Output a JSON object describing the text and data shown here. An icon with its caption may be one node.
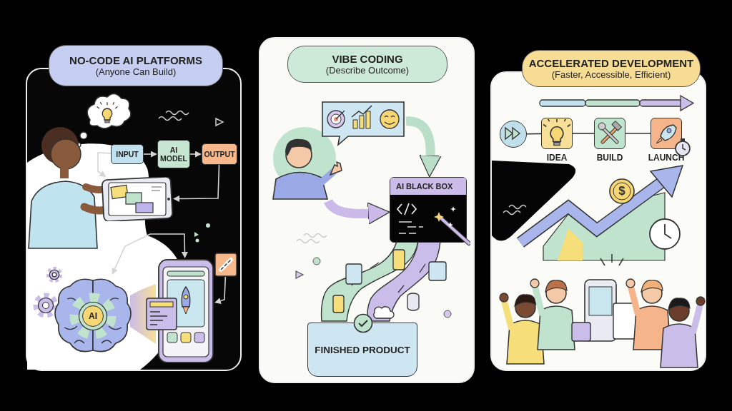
{
  "diagram": {
    "nodes": [
      {
        "text": [
          "NO-CODE AI PLATFORMS",
          "(Anyone Can Build)"
        ]
      },
      {
        "text": [
          "INPUT"
        ],
        "in": 0
      },
      {
        "text": [
          "AI MODEL"
        ],
        "in": 0
      },
      {
        "text": [
          "OUTPUT"
        ],
        "in": 0
      },
      {
        "text": [],
        "shape": "picture",
        "in": 0
      },
      {
        "text": [
          "AI"
        ],
        "in": 0
      },
      {
        "text": [],
        "shape": "picture",
        "in": 0
      },
      {
        "text": [],
        "shape": "picture",
        "in": 0
      },
      {
        "text": [
          "VIBE CODING",
          "(Describe Outcome)"
        ]
      },
      {
        "text": [],
        "shape": "person",
        "in": 8
      },
      {
        "text": [],
        "shape": "picture",
        "in": 8
      },
      {
        "text": [
          "AI BLACK BOX"
        ],
        "in": 8
      },
      {
        "text": [
          "FINISHED PRODUCT"
        ],
        "in": 8
      },
      {
        "text": [
          "ACCELERATED DEVELOPMENT",
          "(Faster, Accessible, Efficient)"
        ]
      },
      {
        "text": [],
        "shape": "circle",
        "in": 13
      },
      {
        "text": [
          "IDEA"
        ],
        "in": 13
      },
      {
        "text": [
          "BUILD"
        ],
        "in": 13
      },
      {
        "text": [
          "LAUNCH"
        ],
        "in": 13
      }
    ],
    "edges": [
      {
        "from": 1,
        "to": 2,
        "arrow": "to"
      },
      {
        "from": 2,
        "to": 3,
        "arrow": "to"
      },
      {
        "from": 3,
        "to": 4,
        "arrow": "to"
      },
      {
        "from": 1,
        "to": 4,
        "arrow": "to"
      },
      {
        "from": 5,
        "to": 6,
        "arrow": "both"
      },
      {
        "from": 7,
        "to": 6,
        "arrow": "to"
      },
      {
        "from": 10,
        "to": 11,
        "arrow": "to",
        "style": "thick",
        "color": "#b9dfc8"
      },
      {
        "from": 9,
        "to": 11,
        "arrow": "to",
        "style": "thick",
        "color": "#cbb9ea"
      },
      {
        "from": 14,
        "to": 15,
        "arrow": "none",
        "color": "#333333"
      },
      {
        "from": 15,
        "to": 16,
        "arrow": "none",
        "color": "#333333"
      },
      {
        "from": 16,
        "to": 17,
        "arrow": "none",
        "color": "#333333"
      }
    ],
    "labels": [
      "$"
    ]
  }
}
